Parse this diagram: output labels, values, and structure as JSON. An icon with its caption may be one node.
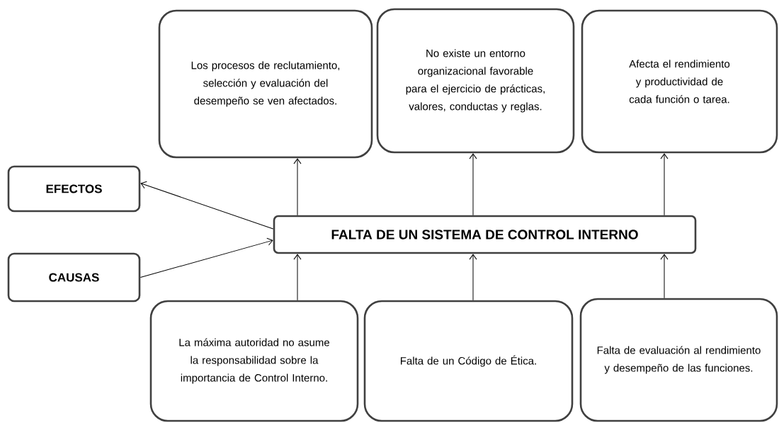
{
  "diagram": {
    "nodes": [
      {
        "text": [
          "FALTA DE UN SISTEMA DE CONTROL INTERNO"
        ]
      },
      {
        "text": [
          "EFECTOS"
        ]
      },
      {
        "text": [
          "CAUSAS"
        ]
      },
      {
        "text": [
          "Los procesos de reclutamiento, selección y evaluación del desempeño se  ven afectados."
        ]
      },
      {
        "text": [
          "No existe un entorno organizacional favorable para el ejercicio de prácticas, valores, conductas y reglas."
        ]
      },
      {
        "text": [
          "Afecta el rendimiento y productividad de cada función o tarea."
        ]
      },
      {
        "text": [
          "La máxima autoridad no asume la responsabilidad sobre la importancia de Control Interno."
        ]
      },
      {
        "text": [
          "Falta de un Código de Ética."
        ]
      },
      {
        "text": [
          "Falta de evaluación al rendimiento y desempeño de las funciones."
        ]
      }
    ],
    "edges": [
      {
        "from": 0,
        "to": 1,
        "arrow": "to"
      },
      {
        "from": 2,
        "to": 0,
        "arrow": "to"
      },
      {
        "from": 0,
        "to": 3,
        "arrow": "to"
      },
      {
        "from": 0,
        "to": 4,
        "arrow": "to"
      },
      {
        "from": 0,
        "to": 5,
        "arrow": "to"
      },
      {
        "from": 6,
        "to": 0,
        "arrow": "to"
      },
      {
        "from": 7,
        "to": 0,
        "arrow": "to"
      },
      {
        "from": 8,
        "to": 0,
        "arrow": "to"
      }
    ]
  }
}
